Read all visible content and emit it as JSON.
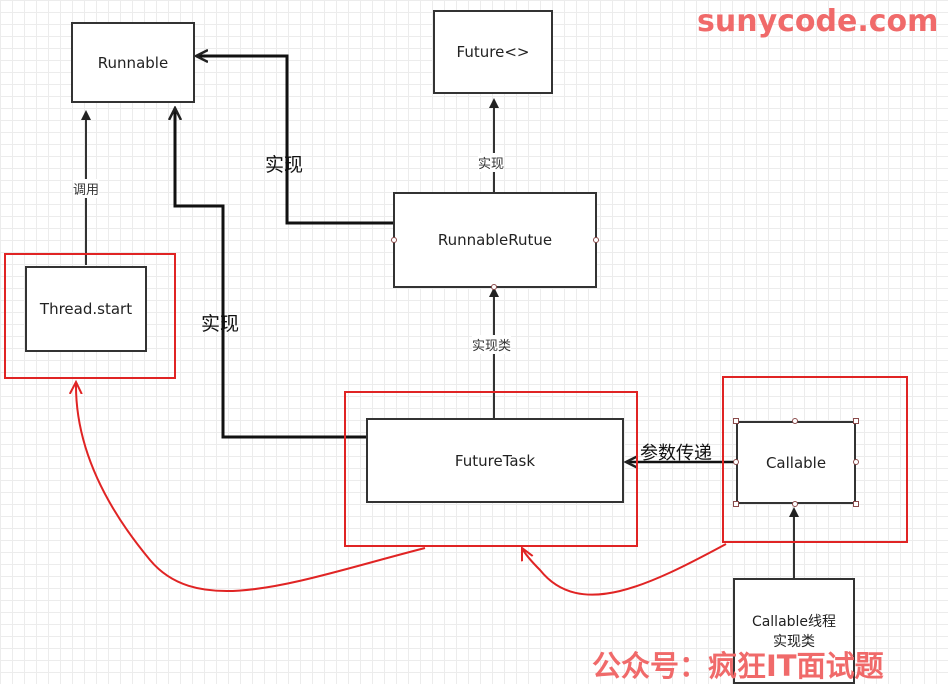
{
  "watermark_top": "sunycode.com",
  "watermark_bottom": "公众号：疯狂IT面试题",
  "nodes": {
    "runnable": "Runnable",
    "future": "Future<>",
    "runnable_future": "RunnableRutue",
    "thread_start": "Thread.start",
    "future_task": "FutureTask",
    "callable": "Callable",
    "callable_impl_line1": "Callable线程",
    "callable_impl_line2": "实现类"
  },
  "edges": {
    "invoke": "调用",
    "implements_small": "实现",
    "implements_big_1": "实现",
    "implements_big_2": "实现",
    "impl_class": "实现类",
    "param_pass": "参数传递"
  },
  "colors": {
    "highlight_red": "#e02424",
    "watermark": "#f06a6a"
  }
}
